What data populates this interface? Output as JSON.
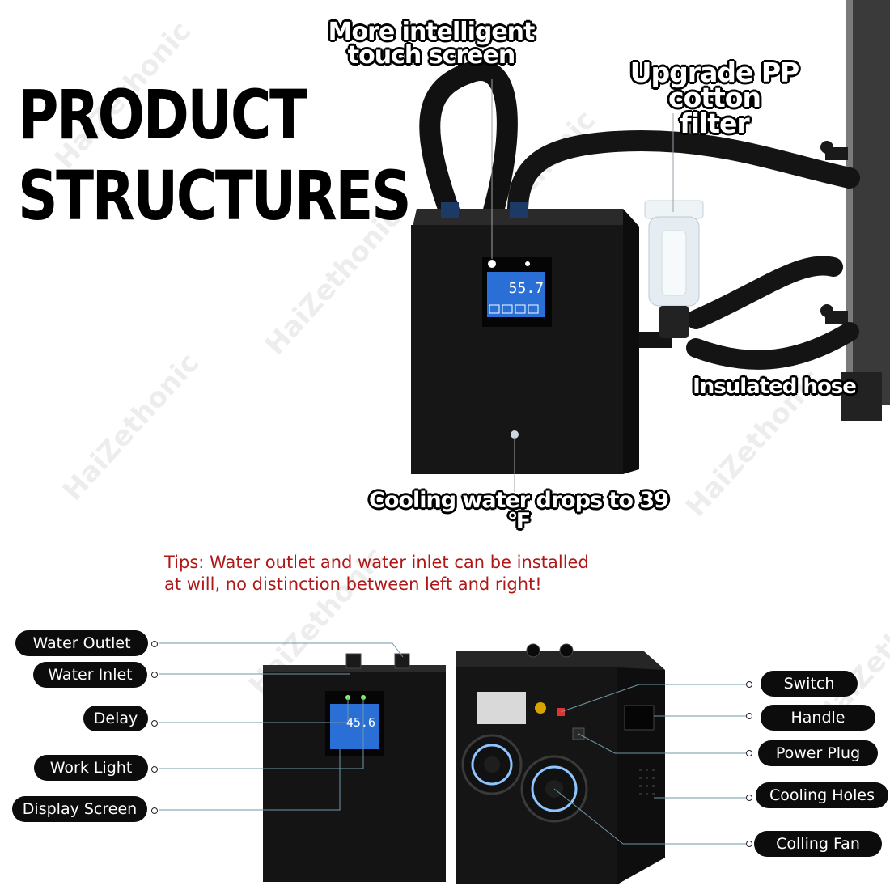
{
  "headline": {
    "line1": "PRODUCT",
    "line2": "STRUCTURES"
  },
  "callouts": {
    "touch_screen_line1": "More intelligent",
    "touch_screen_line2": "touch screen",
    "filter_line1": "Upgrade PP cotton",
    "filter_line2": "filter",
    "hose": "Insulated hose",
    "cooling": "Cooling water drops to 39 ℉"
  },
  "display_top": "55.7",
  "display_bottom": "45.6",
  "tips": {
    "line1": "Tips: Water outlet and water inlet can be installed",
    "line2": "at will, no distinction between left and right!"
  },
  "left_labels": [
    "Water Outlet",
    "Water Inlet",
    "Delay",
    "Work Light",
    "Display Screen"
  ],
  "right_labels": [
    "Switch",
    "Handle",
    "Power Plug",
    "Cooling Holes",
    "Colling Fan"
  ],
  "watermark": "HaiZethonic",
  "colors": {
    "tips": "#b01818",
    "pill": "#0c0c0c",
    "screen": "#2a6fd6"
  }
}
